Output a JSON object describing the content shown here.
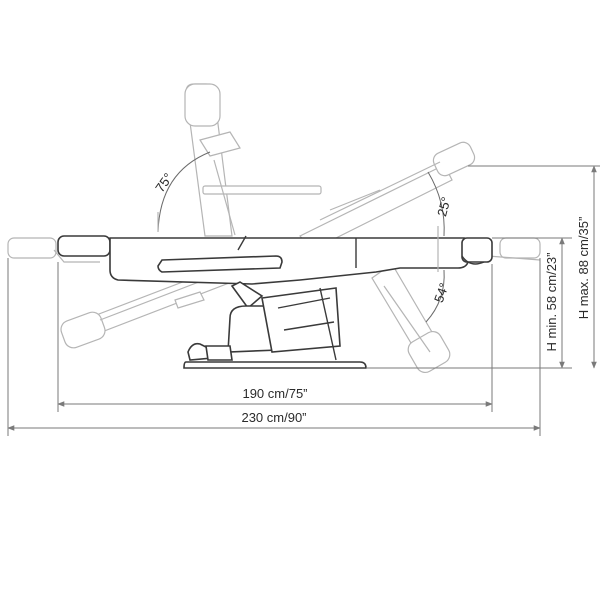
{
  "dimensions": {
    "length_seat": "190 cm/75”",
    "length_total": "230 cm/90”",
    "height_min": "H min. 58 cm/23”",
    "height_max": "H max. 88 cm/35”"
  },
  "angles": {
    "backrest": "75°",
    "leg_up": "25°",
    "leg_down": "54°"
  },
  "colors": {
    "outline": "#3a3a3a",
    "ghost": "#b5b5b5",
    "dimension": "#7a7a7a"
  }
}
